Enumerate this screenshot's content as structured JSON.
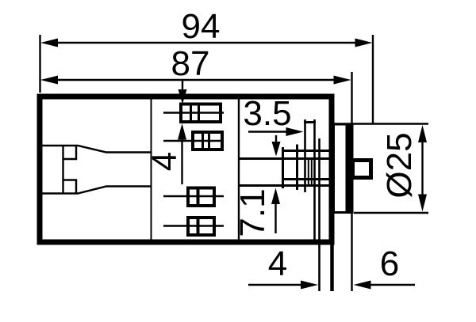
{
  "colors": {
    "ink": "#000000",
    "paper": "#ffffff"
  },
  "dims": {
    "d94": "94",
    "d87": "87",
    "d4_vertical": "4",
    "d3_5": "3.5",
    "d7_1": "7.1",
    "d25": "Ø25",
    "d4_bottom": "4",
    "d6": "6"
  }
}
